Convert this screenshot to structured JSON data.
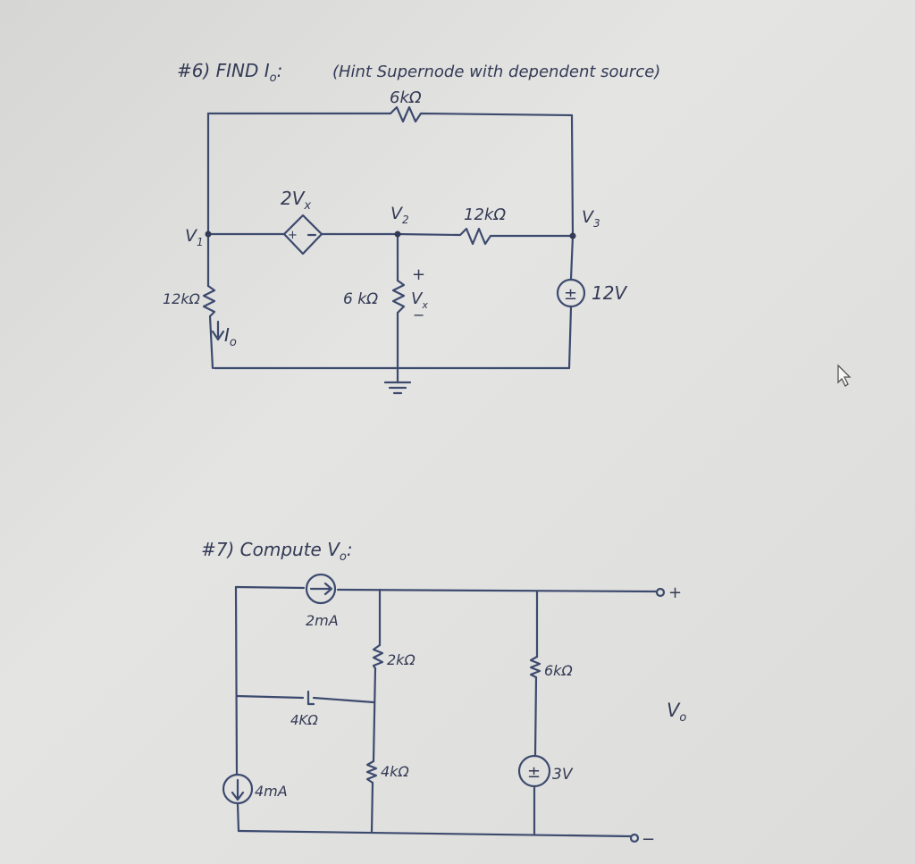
{
  "problem6": {
    "heading": "#6) FIND I",
    "heading_sub": "o",
    "heading_colon": ":",
    "hint": "(Hint Supernode with dependent source)",
    "labels": {
      "r_top": "6kΩ",
      "dep_src": "2V",
      "dep_src_sub": "x",
      "v1": "V",
      "v1_sub": "1",
      "v2": "V",
      "v2_sub": "2",
      "r_mid": "12kΩ",
      "v3": "V",
      "v3_sub": "3",
      "r_left": "12kΩ",
      "io": "I",
      "io_sub": "o",
      "r_center": "6 kΩ",
      "vx_plus": "+",
      "vx": "V",
      "vx_sub": "x",
      "vx_minus": "−",
      "vsrc": "12V",
      "plus_sign": "+",
      "pm_sign": "±"
    }
  },
  "problem7": {
    "heading": "#7) Compute V",
    "heading_sub": "o",
    "heading_colon": ":",
    "labels": {
      "isrc_top": "2mA",
      "r_2k": "2kΩ",
      "r_6k": "6kΩ",
      "r_4k_h": "4KΩ",
      "r_4k_v": "4kΩ",
      "isrc_bottom": "4mA",
      "vsrc": "3V",
      "out_plus": "+",
      "out_minus": "−",
      "vo": "V",
      "vo_sub": "o",
      "pm_sign": "±"
    }
  },
  "colors": {
    "ink": "#3c4a6e",
    "paper": "#dcdcda"
  },
  "icons": [
    "mouse-pointer-icon"
  ]
}
